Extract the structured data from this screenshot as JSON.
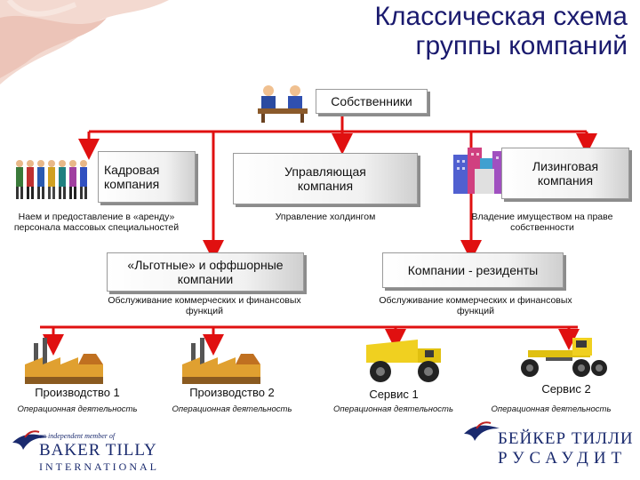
{
  "title_line1": "Классическая схема",
  "title_line2": "группы компаний",
  "owners": "Собственники",
  "hr_company": {
    "label": "Кадровая компания",
    "caption": "Наем и предоставление в «аренду» персонала массовых специальностей"
  },
  "management_company": {
    "label": "Управляющая компания",
    "caption": "Управление холдингом"
  },
  "leasing_company": {
    "label": "Лизинговая компания",
    "caption": "Владение имуществом на праве собственности"
  },
  "offshore": {
    "label": "«Льготные» и оффшорные компании",
    "caption": "Обслуживание коммерческих и финансовых функций"
  },
  "residents": {
    "label": "Компании - резиденты",
    "caption": "Обслуживание коммерческих и финансовых функций"
  },
  "units": [
    {
      "label": "Производство 1",
      "caption": "Операционная деятельность",
      "icon": "factory-icon"
    },
    {
      "label": "Производство 2",
      "caption": "Операционная деятельность",
      "icon": "factory-icon"
    },
    {
      "label": "Сервис 1",
      "caption": "Операционная деятельность",
      "icon": "dump-truck-icon"
    },
    {
      "label": "Сервис 2",
      "caption": "Операционная деятельность",
      "icon": "grader-icon"
    }
  ],
  "logo_left": {
    "tagline": "an independent member of",
    "name": "BAKER TILLY",
    "sub": "INTERNATIONAL"
  },
  "logo_right": {
    "name": "БЕЙКЕР ТИЛЛИ",
    "sub": "РУСАУДИТ"
  },
  "colors": {
    "arrow": "#e01010",
    "title": "#1a1a6e",
    "logo": "#1a2a6e"
  }
}
